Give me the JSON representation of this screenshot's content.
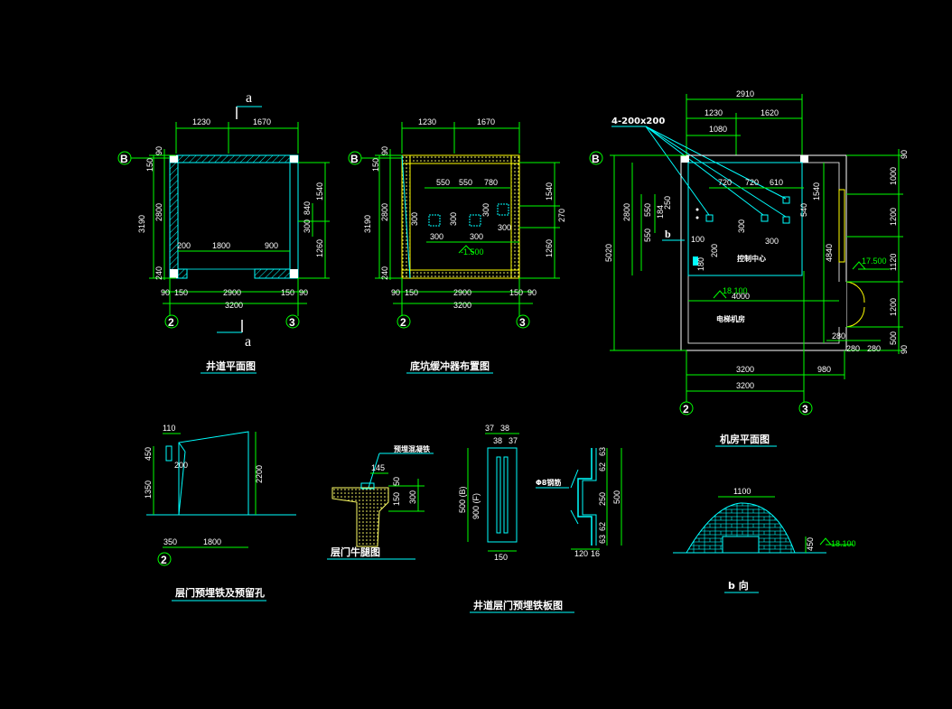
{
  "colors": {
    "background": "#000000",
    "dimension": "#00ff00",
    "wall": "#00ffff",
    "hatch": "#00ffff",
    "text": "#ffffff",
    "yellow": "#ffff00",
    "fill": "#ffffff"
  },
  "section_marks": {
    "a_top": "a",
    "a_bottom": "a",
    "b": "b"
  },
  "axes": {
    "B": "B",
    "two": "2",
    "three": "3"
  },
  "elevations": {
    "pit": "-1.500",
    "machine1": "17.500",
    "machine2": "18.100",
    "b_view": "18.100"
  },
  "plan1": {
    "title": "井道平面图",
    "dims": {
      "top_a": "1230",
      "top_b": "1670",
      "left_90": "90",
      "left_150": "150",
      "left_3190": "3190",
      "left_2800": "2800",
      "left_240": "240",
      "right_1540": "1540",
      "right_840": "840",
      "right_300": "300",
      "right_1260": "1260",
      "inner_200": "200",
      "inner_1800": "1800",
      "inner_900": "900",
      "bot_90a": "90",
      "bot_150a": "150",
      "bot_2900": "2900",
      "bot_150b": "150",
      "bot_90b": "90",
      "bot_3200": "3200"
    }
  },
  "plan2": {
    "title": "底坑缓冲器布置图",
    "dims": {
      "top_a": "1230",
      "top_b": "1670",
      "left_90": "90",
      "left_150": "150",
      "left_3190": "3190",
      "left_2800": "2800",
      "left_240": "240",
      "in_550a": "550",
      "in_550b": "550",
      "in_780": "780",
      "in_300a": "300",
      "in_300b": "300",
      "in_300c": "300",
      "in_300d": "300",
      "in_300e": "300",
      "in_300f": "300",
      "right_1540": "1540",
      "right_270": "270",
      "right_1260": "1260",
      "bot_90a": "90",
      "bot_150a": "150",
      "bot_2900": "2900",
      "bot_150b": "150",
      "bot_90b": "90",
      "bot_3200": "3200"
    }
  },
  "plan3": {
    "title": "机房平面图",
    "hole_note": "4-200x200",
    "room_label": "电梯机房",
    "center_label": "控制中心",
    "dims": {
      "top_2910": "2910",
      "top_1230": "1230",
      "top_1620": "1620",
      "top_1080": "1080",
      "in_720a": "720",
      "in_720b": "720",
      "in_610": "610",
      "in_550a": "550",
      "in_550b": "550",
      "in_184": "184",
      "in_250": "250",
      "in_300a": "300",
      "in_300b": "300",
      "in_100": "100",
      "in_200": "200",
      "in_180": "180",
      "in_540": "540",
      "in_1540": "1540",
      "in_4840": "4840",
      "in_4000": "4000",
      "left_2800": "2800",
      "left_5020": "5020",
      "right_90a": "90",
      "right_1000": "1000",
      "right_1200a": "1200",
      "right_1120": "1120",
      "right_1200b": "1200",
      "right_500": "500",
      "right_90b": "90",
      "bot_280a": "280",
      "bot_280b": "280",
      "bot_280c": "280",
      "bot_3200a": "3200",
      "bot_980": "980",
      "bot_3200b": "3200"
    }
  },
  "detail_door_hole": {
    "title": "层门预埋铁及预留孔",
    "dims": {
      "d110": "110",
      "d450": "450",
      "d200": "200",
      "d1350": "1350",
      "d2200": "2200",
      "d350": "350",
      "d1800": "1800"
    }
  },
  "detail_sill": {
    "title": "层门牛腿图",
    "note": "预埋混凝铁",
    "dims": {
      "d145": "145",
      "d50": "50",
      "d150": "150",
      "d300": "300"
    }
  },
  "detail_plate": {
    "title": "井道层门预埋铁板图",
    "note": "Φ8钢筋",
    "dims": {
      "d37a": "37",
      "d38": "38",
      "d38b": "38",
      "d37b": "37",
      "d500b": "500 (B)",
      "d900f": "900 (F)",
      "d150": "150",
      "d63a": "63",
      "d62a": "62",
      "d250": "250",
      "d62b": "62",
      "d63b": "63",
      "d500": "500",
      "d120": "120",
      "d16": "16"
    }
  },
  "detail_b": {
    "title": "b 向",
    "dims": {
      "d1100": "1100",
      "d450": "450"
    }
  }
}
